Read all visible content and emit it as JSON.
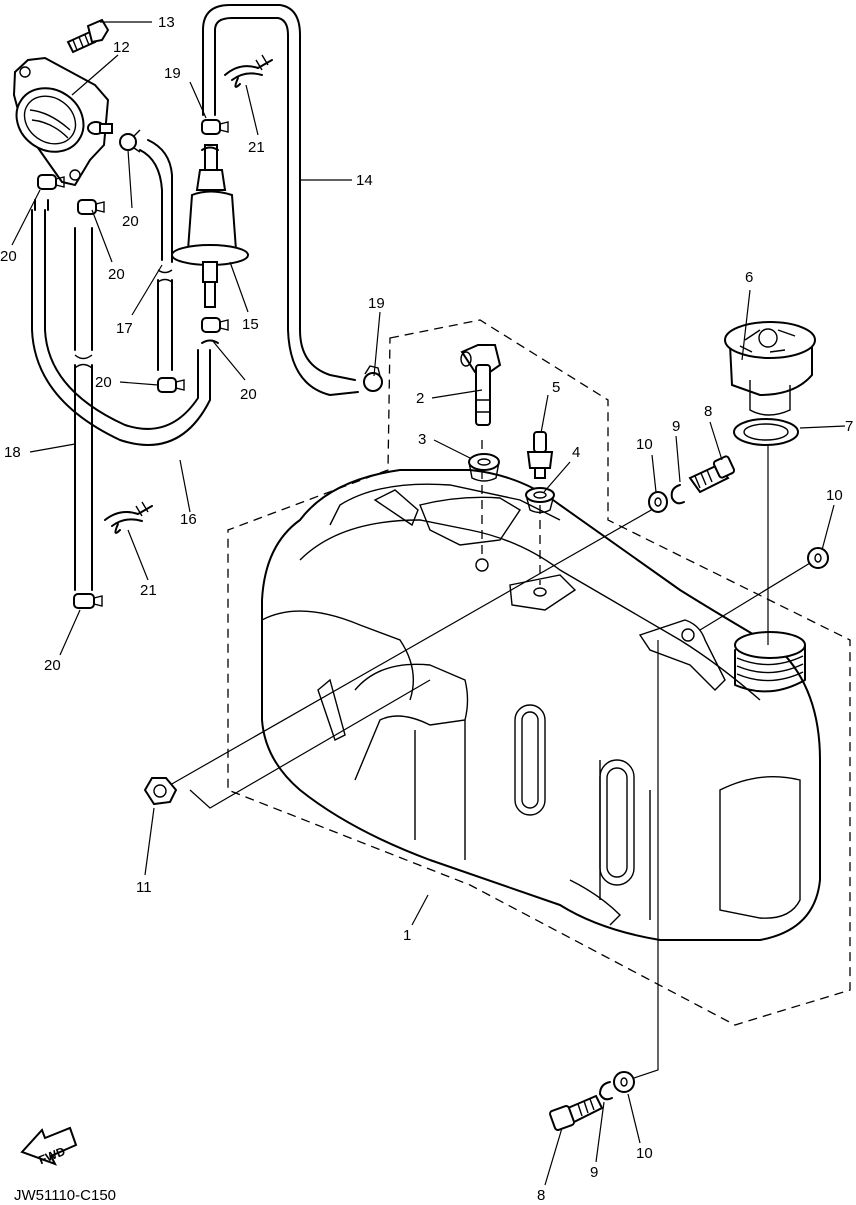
{
  "diagram": {
    "code": "JW51110-C150",
    "fwd_label": "FWD",
    "callouts": [
      {
        "id": "c-13a",
        "text": "13"
      },
      {
        "id": "c-12",
        "text": "12"
      },
      {
        "id": "c-19a",
        "text": "19"
      },
      {
        "id": "c-21a",
        "text": "21"
      },
      {
        "id": "c-14",
        "text": "14"
      },
      {
        "id": "c-20a",
        "text": "20"
      },
      {
        "id": "c-20b",
        "text": "20"
      },
      {
        "id": "c-20c",
        "text": "20"
      },
      {
        "id": "c-15",
        "text": "15"
      },
      {
        "id": "c-17",
        "text": "17"
      },
      {
        "id": "c-19b",
        "text": "19"
      },
      {
        "id": "c-6",
        "text": "6"
      },
      {
        "id": "c-20d",
        "text": "20"
      },
      {
        "id": "c-20e",
        "text": "20"
      },
      {
        "id": "c-2",
        "text": "2"
      },
      {
        "id": "c-5",
        "text": "5"
      },
      {
        "id": "c-18",
        "text": "18"
      },
      {
        "id": "c-3",
        "text": "3"
      },
      {
        "id": "c-4",
        "text": "4"
      },
      {
        "id": "c-10a",
        "text": "10"
      },
      {
        "id": "c-9a",
        "text": "9"
      },
      {
        "id": "c-8a",
        "text": "8"
      },
      {
        "id": "c-7",
        "text": "7"
      },
      {
        "id": "c-16",
        "text": "16"
      },
      {
        "id": "c-10b",
        "text": "10"
      },
      {
        "id": "c-21b",
        "text": "21"
      },
      {
        "id": "c-20f",
        "text": "20"
      },
      {
        "id": "c-11",
        "text": "11"
      },
      {
        "id": "c-1",
        "text": "1"
      },
      {
        "id": "c-10c",
        "text": "10"
      },
      {
        "id": "c-9b",
        "text": "9"
      },
      {
        "id": "c-8b",
        "text": "8"
      }
    ]
  }
}
